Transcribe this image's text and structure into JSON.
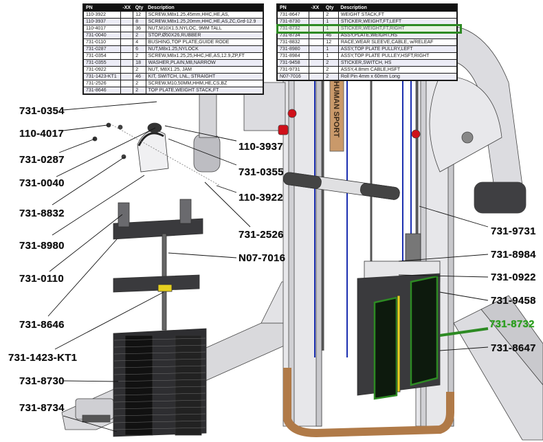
{
  "document": {
    "title": "Weight stack exploded parts diagram",
    "brand_mark": "HUMAN SPORT",
    "highlight_color": "#2d8a23"
  },
  "parts_table_left": {
    "headers": [
      "PN",
      "-XX",
      "Qty",
      "Description"
    ],
    "rows": [
      {
        "pn": "110-3922",
        "xx": "",
        "qty": "12",
        "desc": "SCREW,M8x1.25,45mm,HHC,HE,AS,"
      },
      {
        "pn": "110-3937",
        "xx": "",
        "qty": "8",
        "desc": "SCREW,M8x1.25,20mm,HHC,HE,AS,ZC,Grd-12.9"
      },
      {
        "pn": "110-4017",
        "xx": "",
        "qty": "36",
        "desc": "NUT,M10X1.5,NYLOC, 9MM TALL"
      },
      {
        "pn": "731-0040",
        "xx": "",
        "qty": "2",
        "desc": "STOP,Ø50X26,RUBBER"
      },
      {
        "pn": "731-0110",
        "xx": "",
        "qty": "4",
        "desc": "BUSHING,TOP PLATE,GUIDE RODE"
      },
      {
        "pn": "731-0287",
        "xx": "",
        "qty": "6",
        "desc": "NUT,M8x1.25,NYLOCK"
      },
      {
        "pn": "731-0354",
        "xx": "",
        "qty": "2",
        "desc": "SCREW,M8x1.25,25,HHC,HE,AS,12.9,ZP,FT"
      },
      {
        "pn": "731-0355",
        "xx": "",
        "qty": "18",
        "desc": "WASHER,PLAIN,M8,NARROW"
      },
      {
        "pn": "731-0922",
        "xx": "",
        "qty": "2",
        "desc": "NUT, M8X1.25, JAM"
      },
      {
        "pn": "731-1423-KT1",
        "xx": "",
        "qty": "46",
        "desc": "KIT, SWITCH, LNL, STRAIGHT"
      },
      {
        "pn": "731-2526",
        "xx": "",
        "qty": "2",
        "desc": "SCREW,M10,50MM,HHM,HE,CS,BZ"
      },
      {
        "pn": "731-8646",
        "xx": "",
        "qty": "2",
        "desc": "TOP PLATE,WEIGHT STACK,FT"
      }
    ]
  },
  "parts_table_right": {
    "headers": [
      "PN",
      "-XX",
      "Qty",
      "Description"
    ],
    "rows": [
      {
        "pn": "731-8647",
        "xx": "",
        "qty": "2",
        "desc": "WEIGHT STACK,FT"
      },
      {
        "pn": "731-8730",
        "xx": "",
        "qty": "1",
        "desc": "STICKER,WEIGHT,FT,LEFT"
      },
      {
        "pn": "731-8732",
        "xx": "",
        "qty": "1",
        "desc": "STICKER,WEIGHT,FT,RIGHT",
        "highlighted": true
      },
      {
        "pn": "731-8734",
        "xx": "",
        "qty": "46",
        "desc": "ASSY,PLATE,WEIGHT,HS"
      },
      {
        "pn": "731-8832",
        "xx": "",
        "qty": "12",
        "desc": "RACE,WEAR SLEEVE,CABLE, w/RELEAF"
      },
      {
        "pn": "731-8980",
        "xx": "",
        "qty": "1",
        "desc": "ASSY,TOP PLATE PULLRY,LEFT"
      },
      {
        "pn": "731-8984",
        "xx": "",
        "qty": "1",
        "desc": "ASSY,TOP PLATE PULLEY,HSFT,RIGHT"
      },
      {
        "pn": "731-9458",
        "xx": "",
        "qty": "2",
        "desc": "STICKER,SWITCH, HS"
      },
      {
        "pn": "731-9731",
        "xx": "",
        "qty": "2",
        "desc": "ASSY,4.8mm CABLE,HSFT"
      },
      {
        "pn": "N07-7016",
        "xx": "",
        "qty": "2",
        "desc": "Roll Pin 4mm x 60mm Long"
      }
    ]
  },
  "callouts_left": [
    {
      "label": "731-0354"
    },
    {
      "label": "110-4017"
    },
    {
      "label": "731-0287"
    },
    {
      "label": "731-0040"
    },
    {
      "label": "731-8832"
    },
    {
      "label": "731-8980"
    },
    {
      "label": "731-0110"
    },
    {
      "label": "731-8646"
    },
    {
      "label": "731-1423-KT1"
    },
    {
      "label": "731-8730"
    },
    {
      "label": "731-8734"
    }
  ],
  "callouts_middle": [
    {
      "label": "110-3937"
    },
    {
      "label": "731-0355"
    },
    {
      "label": "110-3922"
    },
    {
      "label": "731-2526"
    },
    {
      "label": "N07-7016"
    }
  ],
  "callouts_right": [
    {
      "label": "731-9731"
    },
    {
      "label": "731-8984"
    },
    {
      "label": "731-0922"
    },
    {
      "label": "731-9458"
    },
    {
      "label": "731-8732",
      "highlighted": true
    },
    {
      "label": "731-8647"
    }
  ]
}
